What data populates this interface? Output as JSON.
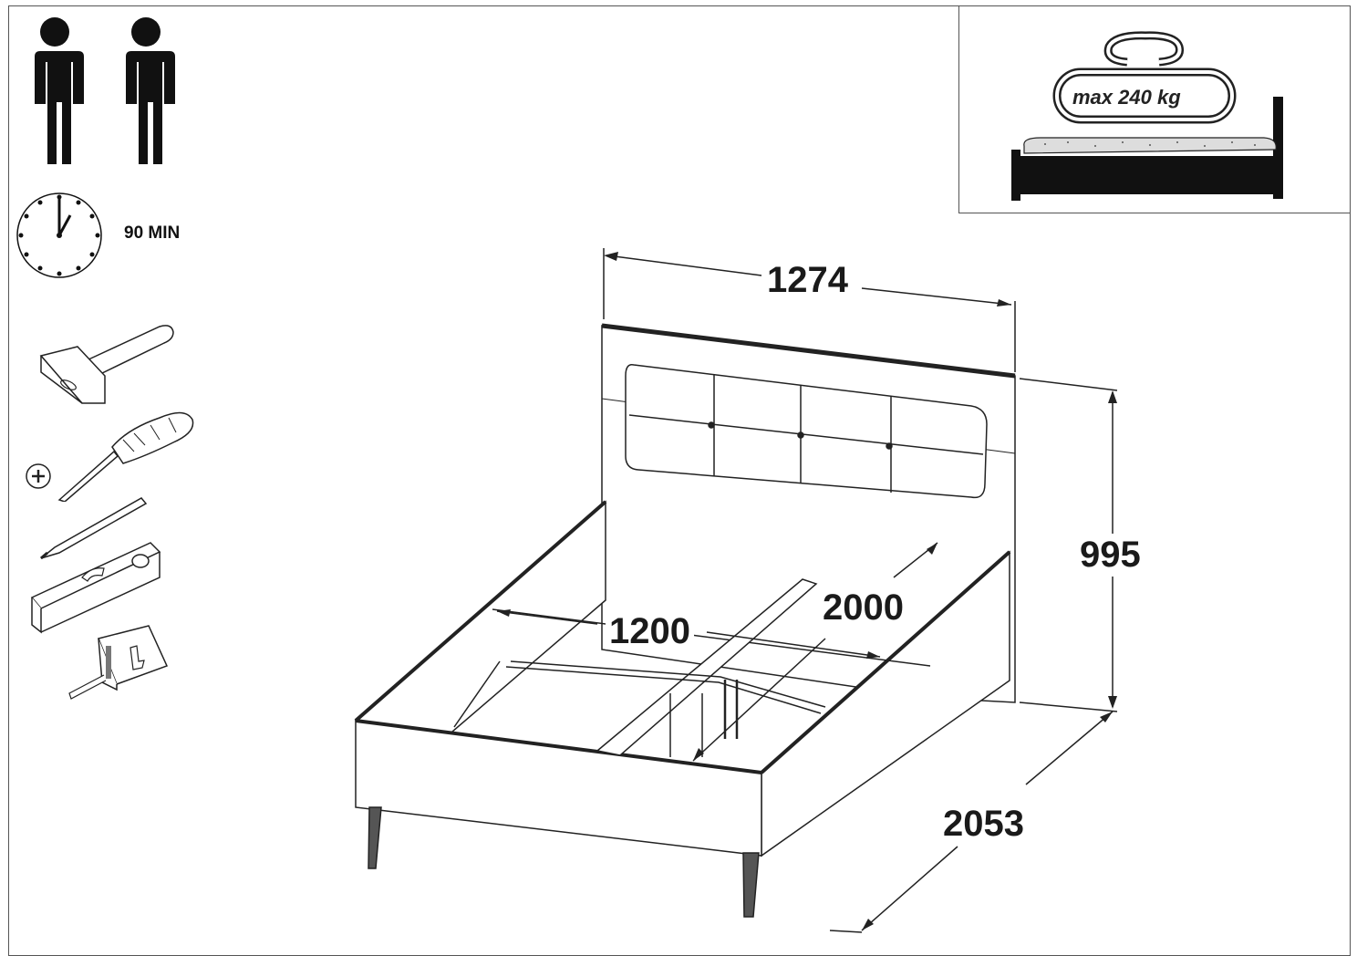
{
  "assembly": {
    "time_label": "90 MIN",
    "persons": 2,
    "tools": [
      "hammer-icon",
      "phillips-screwdriver-icon",
      "pencil-icon",
      "spirit-level-icon",
      "tape-measure-icon"
    ]
  },
  "load": {
    "label": "max 240 kg"
  },
  "dimensions": {
    "width": "1274",
    "height": "995",
    "inner_width": "1200",
    "inner_length": "2000",
    "length": "2053"
  }
}
